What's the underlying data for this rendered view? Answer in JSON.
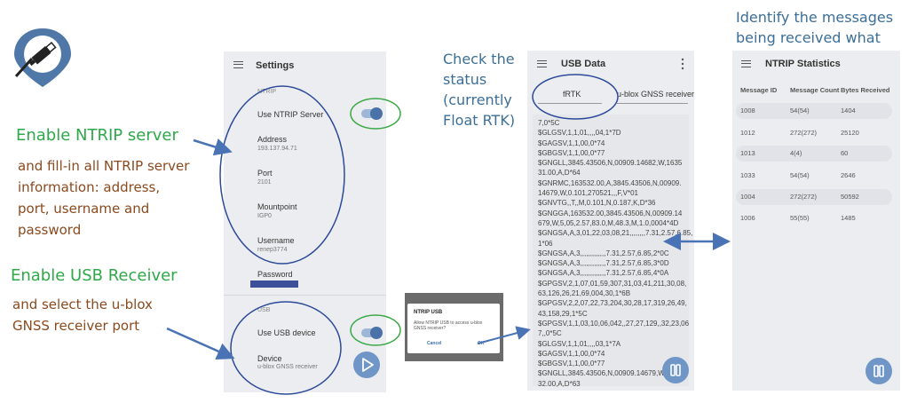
{
  "annotations": {
    "enable_ntrip": "Enable NTRIP server",
    "ntrip_desc": [
      "and fill-in all NTRIP server",
      "information: address,",
      "port, username and",
      "password"
    ],
    "enable_usb": "Enable USB Receiver",
    "usb_desc": [
      "and select the u-blox",
      "GNSS receiver port"
    ],
    "check_status": [
      "Check the",
      "status",
      "(currently",
      "Float RTK)"
    ],
    "identify": [
      "Identify the messages",
      "being received what"
    ]
  },
  "settings": {
    "title": "Settings",
    "section_ntrip": "NTRIP",
    "use_ntrip_server": "Use NTRIP Server",
    "address_label": "Address",
    "address_value": "193.137.94.71",
    "port_label": "Port",
    "port_value": "2101",
    "mountpoint_label": "Mountpoint",
    "mountpoint_value": "IGP0",
    "username_label": "Username",
    "username_value": "renep3774",
    "password_label": "Password",
    "section_usb": "USB",
    "use_usb_device": "Use USB device",
    "device_label": "Device",
    "device_value": "u-blox GNSS receiver",
    "ntrip_enabled": true,
    "usb_enabled": true
  },
  "dialog": {
    "title": "NTRIP USB",
    "message": "Allow NTRIP USB to access u-blox GNSS receiver?",
    "cancel": "Cancel",
    "ok": "OK"
  },
  "usb_data": {
    "title": "USB Data",
    "status": "fRTK",
    "device": "u-blox GNSS receiver",
    "lines": [
      "7,0*5C",
      "$GLGSV,1,1,01,,,,04,1*7D",
      "$GAGSV,1,1,00,0*74",
      "$GBGSV,1,1,00,0*77",
      "$GNGLL,3845.43506,N,00909.14682,W,1635",
      "31.00,A,D*64",
      "$GNRMC,163532.00,A,3845.43506,N,00909.",
      "14679,W,0.101,270521,,,F,V*01",
      "$GNVTG,,T,,M,0.101,N,0.187,K,D*36",
      "$GNGGA,163532.00,3845.43506,N,00909.14",
      "679,W,5,05,2.57,83.0,M,48.3,M,1.0,0004*4D",
      "$GNGSA,A,3,01,22,03,08,21,,,,,,,,7.31,2.57,6.85,",
      "1*06",
      "$GNGSA,A,3,,,,,,,,,,,,,7.31,2.57,6.85,2*0C",
      "$GNGSA,A,3,,,,,,,,,,,,,7.31,2.57,6.85,3*0D",
      "$GNGSA,A,3,,,,,,,,,,,,,7.31,2.57,6.85,4*0A",
      "$GPGSV,2,1,07,01,59,307,31,03,41,211,30,08,",
      "63,126,26,21,69,004,30,1*6B",
      "$GPGSV,2,2,07,22,73,204,30,28,17,319,26,49,",
      "43,158,29,1*5C",
      "$GPGSV,1,1,03,10,06,042,,27,27,129,,32,23,06",
      "7,,0*5C",
      "$GLGSV,1,1,01,,,,03,1*7A",
      "$GAGSV,1,1,00,0*74",
      "$GBGSV,1,1,00,0*77",
      "$GNGLL,3845.43506,N,00909.14679,W,1635",
      "32.00,A,D*63"
    ]
  },
  "ntrip_stats": {
    "title": "NTRIP Statistics",
    "headers": [
      "Message ID",
      "Message Count",
      "Bytes Received"
    ],
    "rows": [
      [
        "1008",
        "54(54)",
        "1404"
      ],
      [
        "1012",
        "272(272)",
        "25120"
      ],
      [
        "1013",
        "4(4)",
        "60"
      ],
      [
        "1033",
        "54(54)",
        "2646"
      ],
      [
        "1004",
        "272(272)",
        "50592"
      ],
      [
        "1006",
        "55(55)",
        "1485"
      ]
    ]
  },
  "icons": {
    "app_logo": "usb-location-pin-icon",
    "menu": "hamburger-menu-icon",
    "play": "play-icon",
    "pause": "pause-icon",
    "more": "more-vert-icon"
  },
  "colors": {
    "annotation_green": "#2fa84a",
    "annotation_brown": "#8a4a1e",
    "annotation_blue": "#3b6f98",
    "highlight_circle_blue": "#2c4a9a",
    "highlight_circle_green": "#3aa845",
    "accent": "#6f96c6"
  }
}
